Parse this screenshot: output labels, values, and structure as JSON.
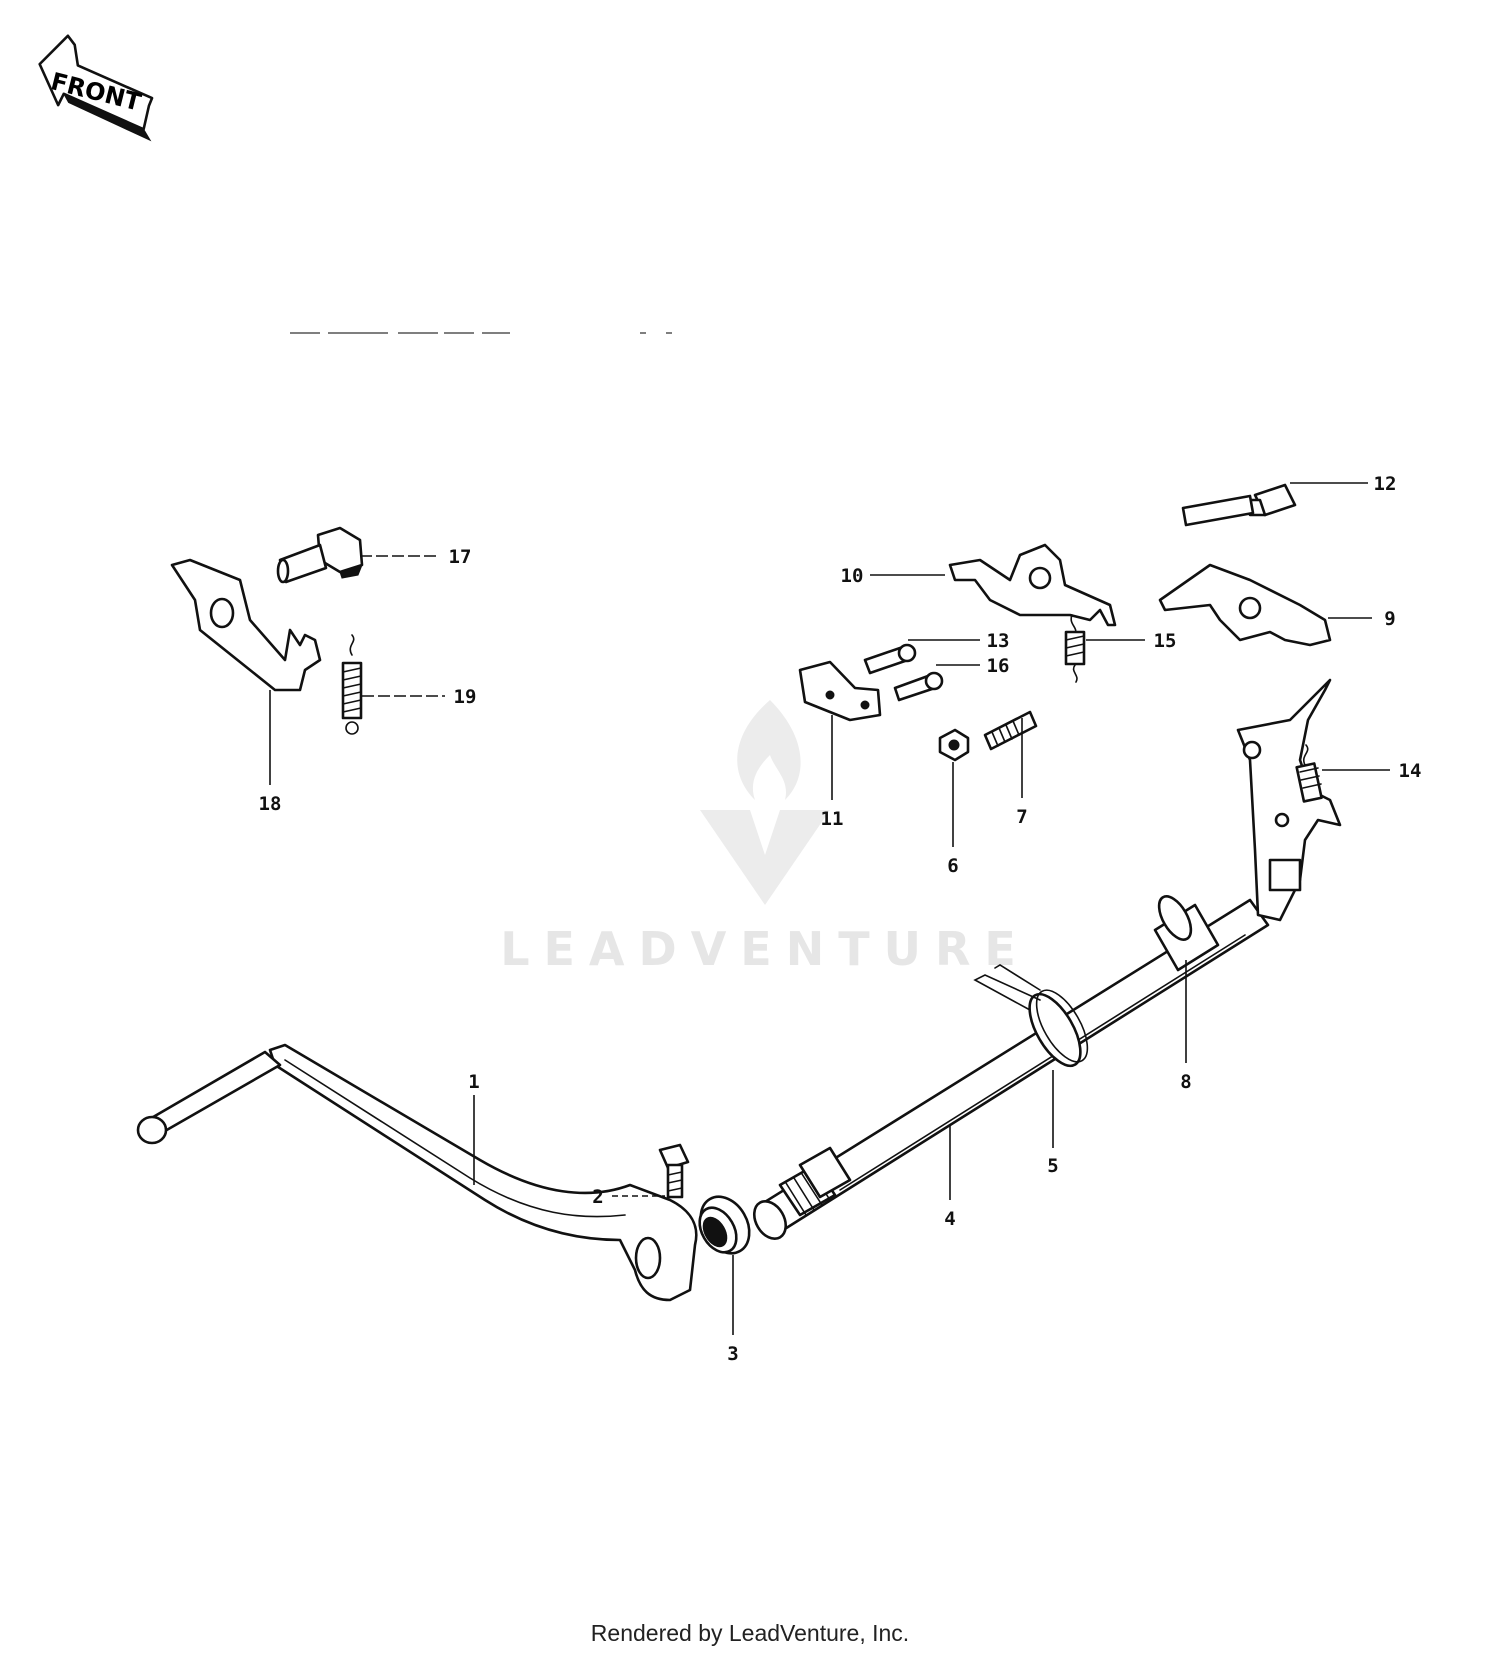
{
  "front_arrow": {
    "label": "FRONT"
  },
  "watermark": {
    "brand": "LEADVENTURE"
  },
  "footer": {
    "text": "Rendered by LeadVenture, Inc."
  },
  "callouts": [
    {
      "id": "c1",
      "label": "1"
    },
    {
      "id": "c2",
      "label": "2"
    },
    {
      "id": "c3",
      "label": "3"
    },
    {
      "id": "c4",
      "label": "4"
    },
    {
      "id": "c5",
      "label": "5"
    },
    {
      "id": "c6",
      "label": "6"
    },
    {
      "id": "c7",
      "label": "7"
    },
    {
      "id": "c8",
      "label": "8"
    },
    {
      "id": "c9",
      "label": "9"
    },
    {
      "id": "c10",
      "label": "10"
    },
    {
      "id": "c11",
      "label": "11"
    },
    {
      "id": "c12",
      "label": "12"
    },
    {
      "id": "c13",
      "label": "13"
    },
    {
      "id": "c14",
      "label": "14"
    },
    {
      "id": "c15",
      "label": "15"
    },
    {
      "id": "c16",
      "label": "16"
    },
    {
      "id": "c17",
      "label": "17"
    },
    {
      "id": "c18",
      "label": "18"
    },
    {
      "id": "c19",
      "label": "19"
    }
  ]
}
